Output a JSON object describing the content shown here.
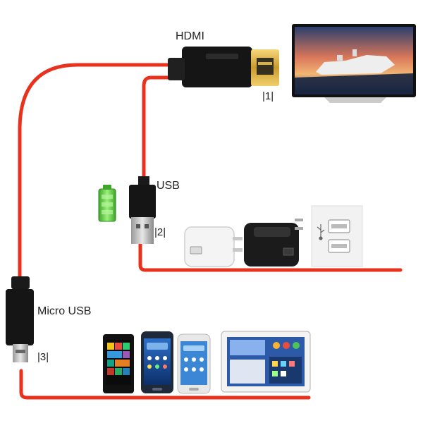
{
  "labels": {
    "hdmi": "HDMI",
    "usb": "USB",
    "micro_usb": "Micro USB",
    "port_1": "|1|",
    "port_2": "|2|",
    "port_3": "|3|"
  },
  "colors": {
    "cable": "#e8321e",
    "connector": "#1a1a1a",
    "battery": "#5ac73c"
  },
  "icons": [
    "tv-icon",
    "battery-icon",
    "wall-charger-white-icon",
    "wall-charger-black-icon",
    "usb-wall-outlet-icon",
    "usb-symbol-icon",
    "smartphone-icon",
    "tablet-icon"
  ]
}
